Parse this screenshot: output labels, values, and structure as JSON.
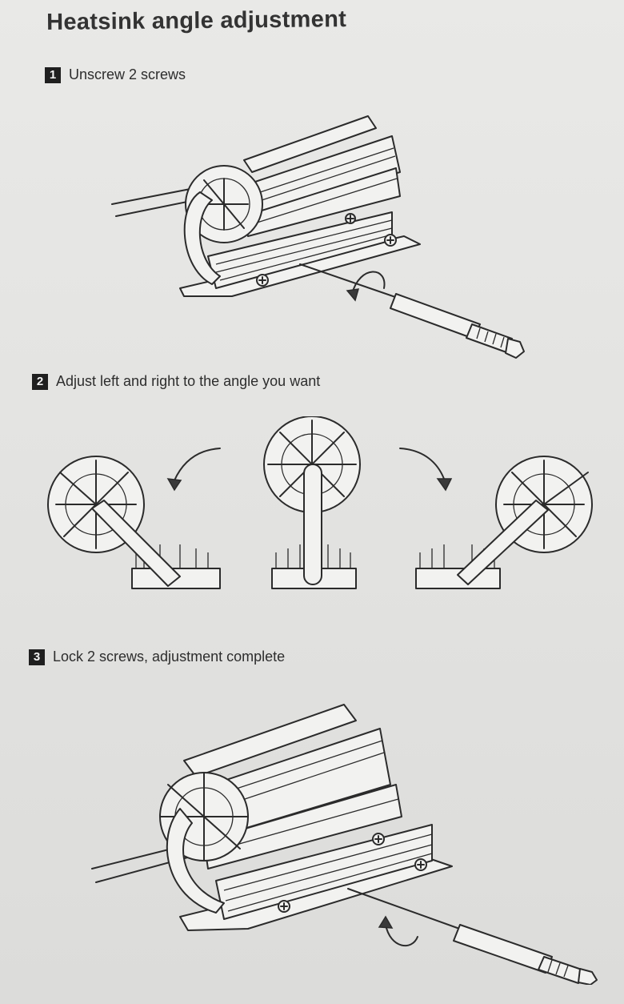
{
  "title": "Heatsink angle adjustment",
  "steps": [
    {
      "number": "1",
      "text": "Unscrew  2 screws"
    },
    {
      "number": "2",
      "text": "Adjust left and right to the angle you want"
    },
    {
      "number": "3",
      "text": "Lock 2 screws, adjustment complete"
    }
  ],
  "icons": [
    "screwdriver-icon",
    "rotate-arrow-icon",
    "heatsink-icon",
    "screw-icon"
  ]
}
